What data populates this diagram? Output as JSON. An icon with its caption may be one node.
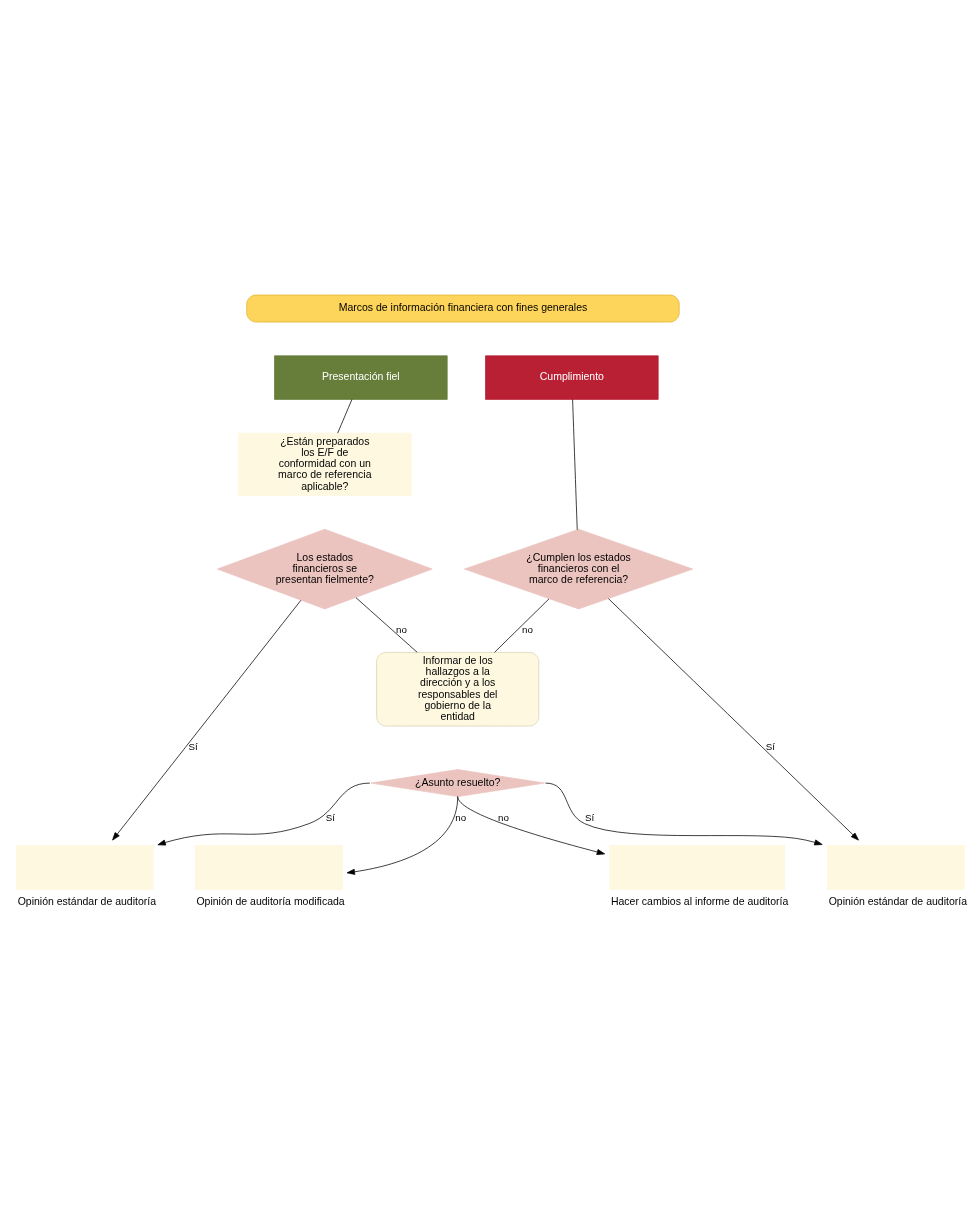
{
  "diagram": {
    "nodes": [
      {
        "text": [
          "Marcos de información financiera con fines generales"
        ]
      },
      {
        "text": [
          "Presentación fiel"
        ]
      },
      {
        "text": [
          "Cumplimiento"
        ]
      },
      {
        "text": [
          "¿Están preparados los E/F de conformidad con un marco de referencia aplicable?"
        ]
      },
      {
        "text": [
          "Los estados financieros se presentan fielmente?"
        ]
      },
      {
        "text": [
          "¿Cumplen los estados financieros con el marco de referencia?"
        ]
      },
      {
        "text": [
          "Informar de los hallazgos a la dirección y a los responsables del gobierno de la entidad"
        ]
      },
      {
        "text": [
          "¿Asunto resuelto?"
        ]
      },
      {
        "text": [],
        "shape": "box",
        "beside": [
          "Opinión estándar de auditoría"
        ]
      },
      {
        "text": [],
        "shape": "box",
        "beside": [
          "Opinión estándar de auditoría"
        ]
      },
      {
        "text": [],
        "shape": "box",
        "beside": [
          "Opinión de auditoría modificada"
        ]
      },
      {
        "text": [],
        "shape": "box",
        "beside": [
          "Hacer cambios al informe de auditoría"
        ]
      }
    ],
    "edges": [
      {
        "from": 1,
        "to": 3,
        "arrow": "none"
      },
      {
        "from": 2,
        "to": 5,
        "arrow": "none"
      },
      {
        "from": 4,
        "to": 6,
        "arrow": "none",
        "label": "no"
      },
      {
        "from": 5,
        "to": 6,
        "arrow": "none",
        "label": "no"
      },
      {
        "from": 4,
        "to": 8,
        "arrow": "to",
        "label": "Sí"
      },
      {
        "from": 5,
        "to": 9,
        "arrow": "to",
        "label": "Sí"
      },
      {
        "from": 7,
        "to": 8,
        "arrow": "to",
        "label": "Sí"
      },
      {
        "from": 7,
        "to": 9,
        "arrow": "to",
        "label": "Sí"
      },
      {
        "from": 7,
        "to": 10,
        "arrow": "to",
        "label": "no"
      },
      {
        "from": 7,
        "to": 11,
        "arrow": "to",
        "label": "no"
      }
    ]
  }
}
